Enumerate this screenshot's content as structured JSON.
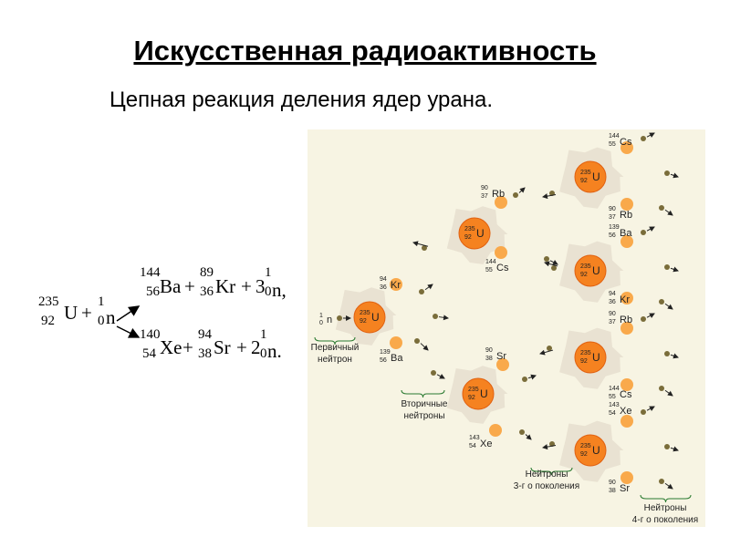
{
  "title": "Искусственная радиоактивность",
  "subtitle": "Цепная реакция деления ядер урана.",
  "equations": {
    "left": {
      "a": "235",
      "z": "92",
      "sym": "U",
      "plus": "+",
      "n_a": "1",
      "n_z": "0",
      "n": "n"
    },
    "top": {
      "ba_a": "144",
      "ba_z": "56",
      "ba": "Ba",
      "kr_a": "89",
      "kr_z": "36",
      "kr": "Kr",
      "coef": "3",
      "n_a": "1",
      "n_z": "0",
      "n": "n,",
      "p1": "+",
      "p2": "+"
    },
    "bottom": {
      "xe_a": "140",
      "xe_z": "54",
      "xe": "Xe",
      "sr_a": "94",
      "sr_z": "38",
      "sr": "Sr",
      "coef": "2",
      "n_a": "1",
      "n_z": "0",
      "n": "n.",
      "p1": "+",
      "p2": "+"
    }
  },
  "diagram": {
    "colors": {
      "background": "#f7f4e3",
      "cloud": "#e7e0cf",
      "nucleus": "#f58220",
      "fragment": "#f9a94b",
      "neutron": "#7a6d3a"
    },
    "first_neutron": {
      "a": "1",
      "z": "0",
      "sym": "n"
    },
    "uranium": {
      "a": "235",
      "z": "92",
      "sym": "U"
    },
    "fragments": {
      "kr94": {
        "a": "94",
        "z": "36",
        "sym": "Kr"
      },
      "ba139": {
        "a": "139",
        "z": "56",
        "sym": "Ba"
      },
      "cs144": {
        "a": "144",
        "z": "55",
        "sym": "Cs"
      },
      "rb90": {
        "a": "90",
        "z": "37",
        "sym": "Rb"
      },
      "sr90": {
        "a": "90",
        "z": "38",
        "sym": "Sr"
      },
      "xe143": {
        "a": "143",
        "z": "54",
        "sym": "Xe"
      }
    },
    "labels": {
      "primary_1": "Первичный",
      "primary_2": "нейтрон",
      "secondary_1": "Вторичные",
      "secondary_2": "нейтроны",
      "third_1": "Нейтроны",
      "third_2": "3-г о поколения",
      "fourth_1": "Нейтроны",
      "fourth_2": "4-г о поколения"
    }
  }
}
